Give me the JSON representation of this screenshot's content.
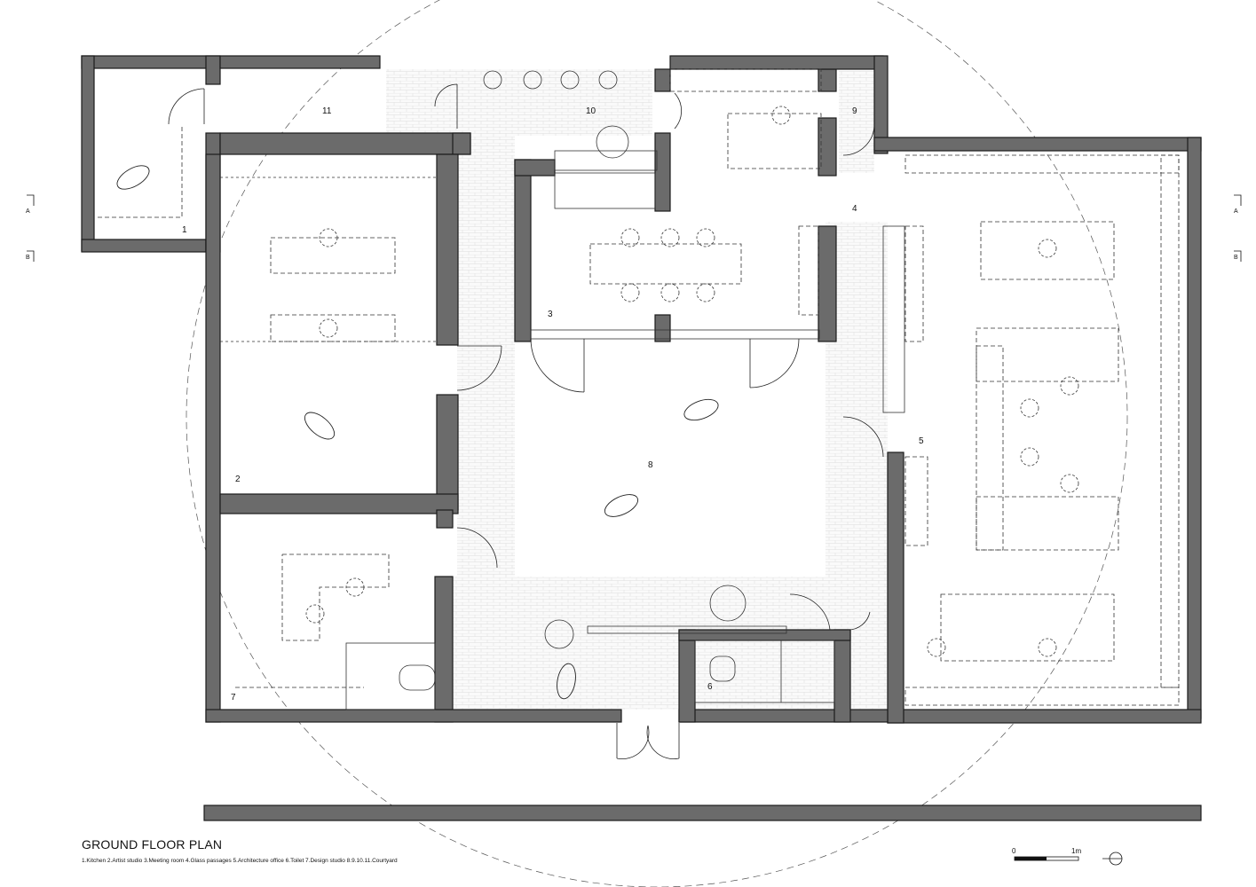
{
  "title": "GROUND FLOOR PLAN",
  "legend": "1.Kitchen   2.Artist studio   3.Meeting room   4.Glass passages   5.Architecture office   6.Toilet   7.Design studio   8.9.10.11.Courtyard",
  "rooms": [
    "1",
    "2",
    "3",
    "4",
    "5",
    "6",
    "7",
    "8",
    "9",
    "10",
    "11"
  ],
  "section_marks": [
    "A",
    "B",
    "A",
    "B"
  ],
  "scale": {
    "start": "0",
    "end": "1m"
  },
  "colors": {
    "wall": "#6b6b6b",
    "wall_edge": "#1c1c1c",
    "line": "#333333",
    "paving": "#cfcfcf"
  }
}
